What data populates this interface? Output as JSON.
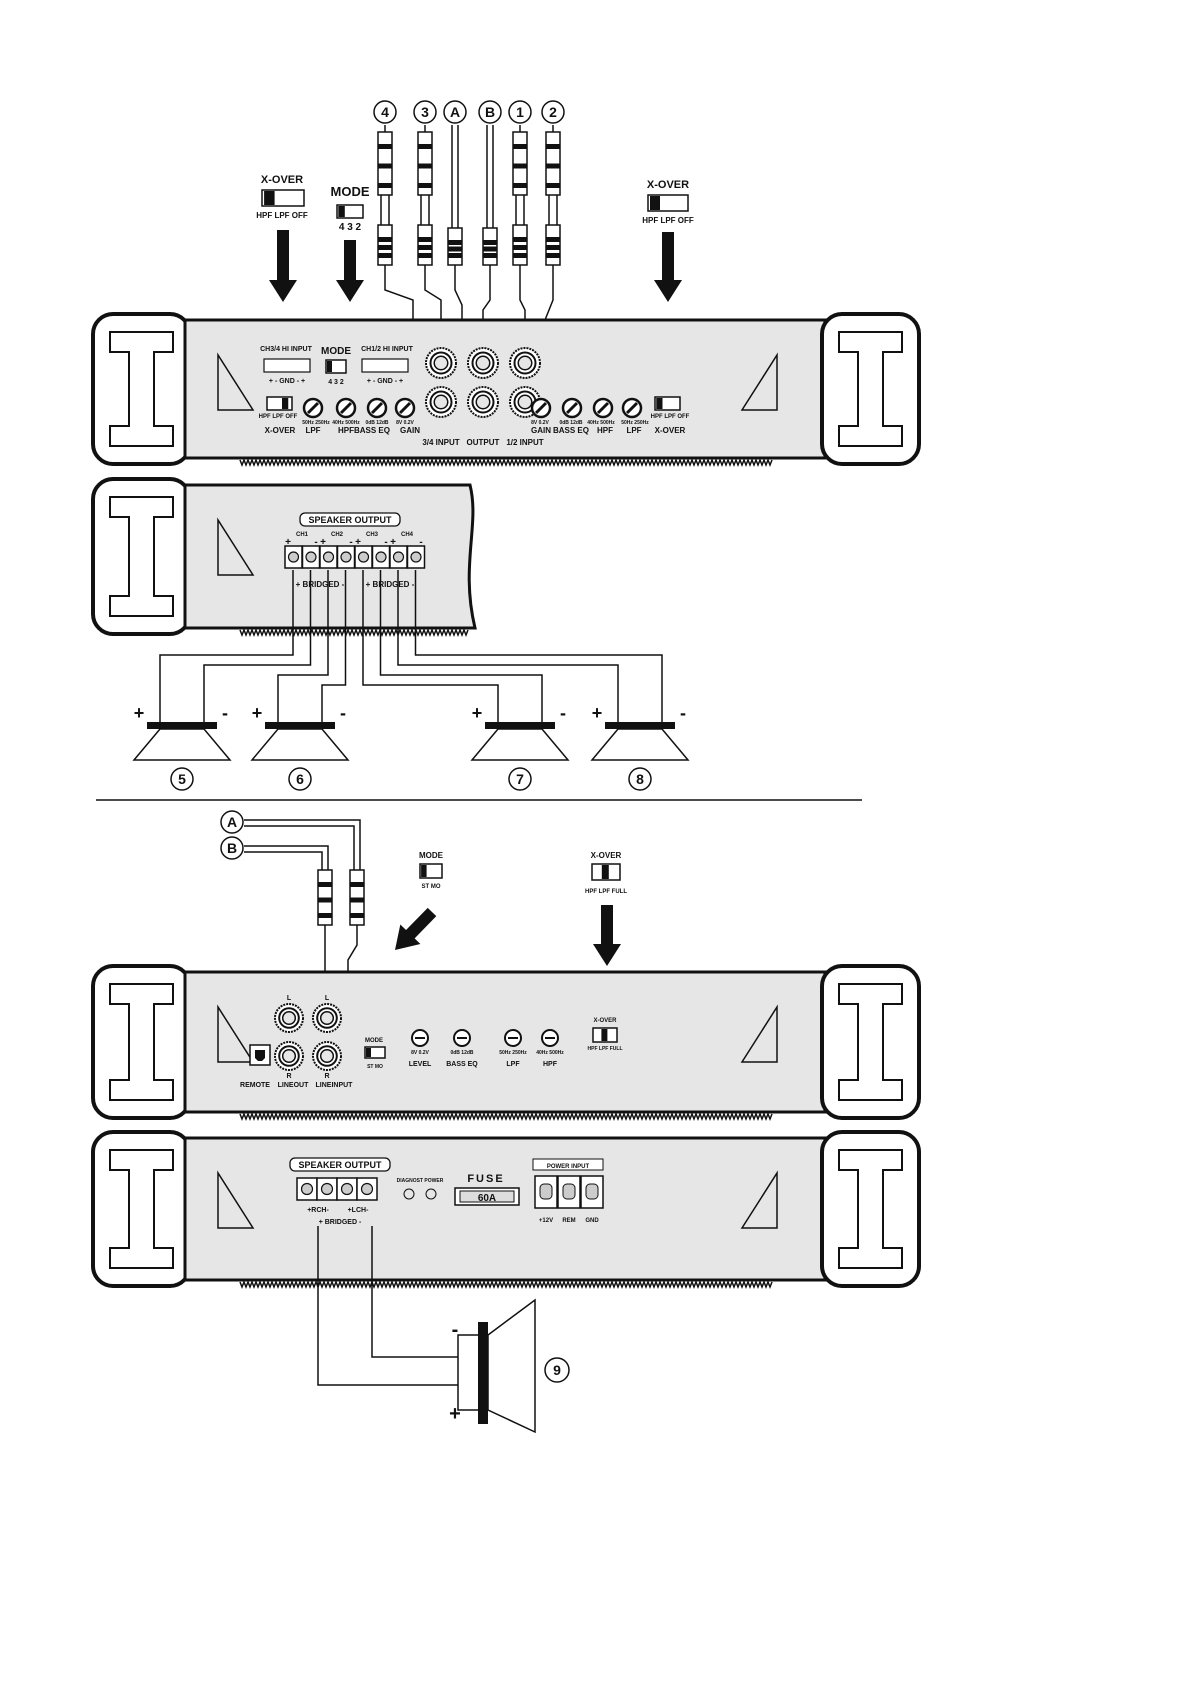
{
  "top_section": {
    "rca_labels": [
      "4",
      "3",
      "A",
      "B",
      "1",
      "2"
    ],
    "xover_left": {
      "title": "X-OVER",
      "options": "HPF LPF OFF"
    },
    "mode": {
      "title": "MODE",
      "options": "4 3 2"
    },
    "xover_right": {
      "title": "X-OVER",
      "options": "HPF LPF OFF"
    },
    "amp1": {
      "ch34_input": "CH3/4 HI INPUT",
      "ch34_pins": "+ - GND - +",
      "mode_title": "MODE",
      "mode_options": "4 3 2",
      "ch12_input": "CH1/2 HI INPUT",
      "ch12_pins": "+ - GND - +",
      "left_controls": [
        "X-OVER",
        "LPF",
        "HPF",
        "BASS EQ",
        "GAIN"
      ],
      "left_switch_options": "HPF LPF OFF",
      "left_ticks": [
        "50Hz 250Hz",
        "40Hz 500Hz",
        "0dB 12dB",
        "8V 0.2V"
      ],
      "jacks": [
        "3/4 INPUT",
        "OUTPUT",
        "1/2 INPUT"
      ],
      "right_controls": [
        "GAIN",
        "BASS EQ",
        "HPF",
        "LPF",
        "X-OVER"
      ],
      "right_ticks": [
        "8V 0.2V",
        "0dB 12dB",
        "40Hz 500Hz",
        "50Hz 250Hz"
      ],
      "right_switch_options": "HPF LPF OFF"
    },
    "amp2": {
      "speaker_output": "SPEAKER OUTPUT",
      "channels": [
        "CH1",
        "CH2",
        "CH3",
        "CH4"
      ],
      "bridged": [
        "+ BRIDGED -",
        "+ BRIDGED -"
      ]
    },
    "speakers": [
      "5",
      "6",
      "7",
      "8"
    ],
    "polarity": {
      "plus": "+",
      "minus": "-"
    }
  },
  "bottom_section": {
    "cable_labels": [
      "A",
      "B"
    ],
    "mode": {
      "title": "MODE",
      "options": "ST MO"
    },
    "xover": {
      "title": "X-OVER",
      "options": "HPF LPF FULL"
    },
    "amp3": {
      "jack_top": [
        "L",
        "L"
      ],
      "jack_bottom": [
        "R",
        "R"
      ],
      "remote": "REMOTE",
      "lineout": "LINEOUT",
      "lineinput": "LINEINPUT",
      "mode_title": "MODE",
      "mode_options": "ST MO",
      "controls": [
        "LEVEL",
        "BASS EQ",
        "LPF",
        "HPF"
      ],
      "ticks": [
        "8V 0.2V",
        "0dB 12dB",
        "50Hz 250Hz",
        "40Hz 500Hz"
      ],
      "xover_title": "X-OVER",
      "xover_options": "HPF LPF FULL"
    },
    "amp4": {
      "speaker_output": "SPEAKER OUTPUT",
      "rch": "+RCH-",
      "lch": "+LCH-",
      "bridged": "+ BRIDGED -",
      "diagnost": "DIAGNOST POWER",
      "fuse_title": "FUSE",
      "fuse_value": "60A",
      "power_input": "POWER INPUT",
      "power_terminals": [
        "+12V",
        "REM",
        "GND"
      ]
    },
    "speaker": "9",
    "polarity": {
      "minus": "-",
      "plus": "+"
    }
  }
}
